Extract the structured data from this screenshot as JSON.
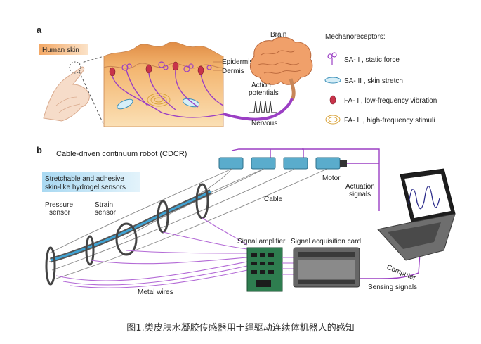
{
  "panel_a": {
    "letter": "a",
    "human_skin": "Human skin",
    "epidermis": "Epidermis",
    "dermis": "Dermis",
    "brain": "Brain",
    "action_potentials_line1": "Action",
    "action_potentials_line2": "potentials",
    "nervous": "Nervous",
    "legend_title": "Mechanoreceptors:",
    "legend": [
      {
        "label": "SA- I , static force",
        "icon": "sa1-receptor-icon"
      },
      {
        "label": "SA- II , skin stretch",
        "icon": "sa2-receptor-icon"
      },
      {
        "label": "FA- I , low-frequency vibration",
        "icon": "fa1-receptor-icon"
      },
      {
        "label": "FA- II , high-frequency stimuli",
        "icon": "fa2-receptor-icon"
      }
    ]
  },
  "panel_b": {
    "letter": "b",
    "title": "Cable-driven continuum robot (CDCR)",
    "sensors_line1": "Stretchable and adhesive",
    "sensors_line2": "skin-like hydrogel sensors",
    "pressure_line1": "Pressure",
    "pressure_line2": "sensor",
    "strain_line1": "Strain",
    "strain_line2": "sensor",
    "motor": "Motor",
    "actuation_line1": "Actuation",
    "actuation_line2": "signals",
    "cable": "Cable",
    "signal_amplifier": "Signal amplifier",
    "signal_acquisition": "Signal acquisition card",
    "computer": "Computer",
    "metal_wires": "Metal wires",
    "sensing_signals": "Sensing signals"
  },
  "caption": "图1.类皮肤水凝胶传感器用于绳驱动连续体机器人的感知",
  "colors": {
    "purple": "#9b3fc4",
    "skin_top": "#e39a58",
    "skin_body": "#f7c98f",
    "label_blue": "#bfe3f5",
    "hydrogel": "#3fa3d4",
    "board_green": "#2e7d4f",
    "label_orange": "#f3b27a"
  }
}
